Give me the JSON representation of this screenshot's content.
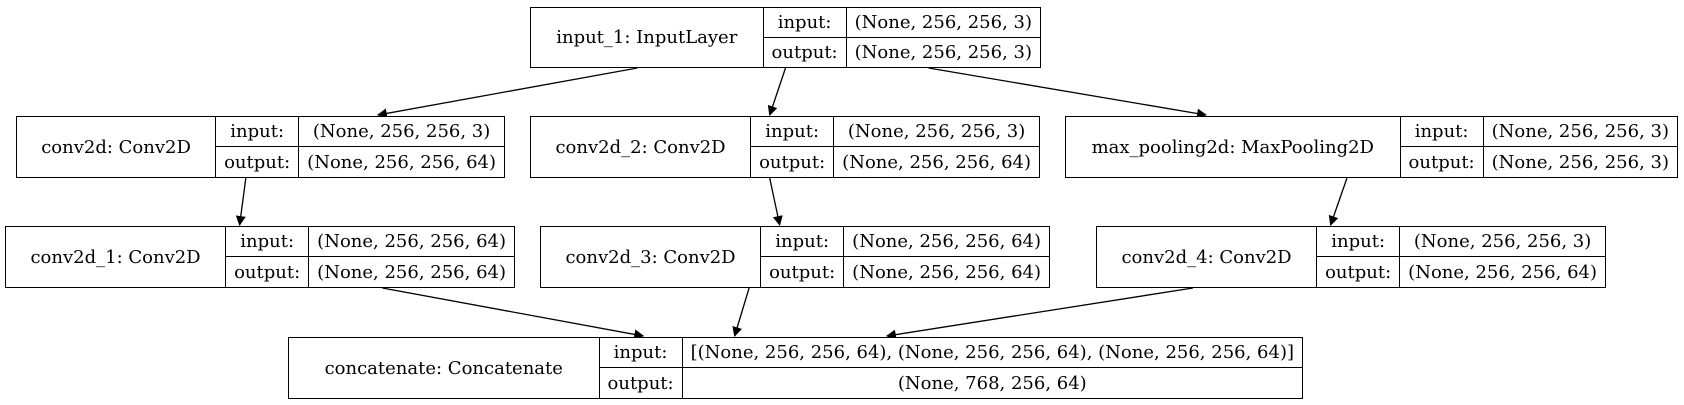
{
  "nodes": [
    {
      "name": "input_1: InputLayer",
      "input_label": "input:",
      "input": "(None, 256, 256, 3)",
      "output_label": "output:",
      "output": "(None, 256, 256, 3)"
    },
    {
      "name": "conv2d: Conv2D",
      "input_label": "input:",
      "input": "(None, 256, 256, 3)",
      "output_label": "output:",
      "output": "(None, 256, 256, 64)"
    },
    {
      "name": "conv2d_2: Conv2D",
      "input_label": "input:",
      "input": "(None, 256, 256, 3)",
      "output_label": "output:",
      "output": "(None, 256, 256, 64)"
    },
    {
      "name": "max_pooling2d: MaxPooling2D",
      "input_label": "input:",
      "input": "(None, 256, 256, 3)",
      "output_label": "output:",
      "output": "(None, 256, 256, 3)"
    },
    {
      "name": "conv2d_1: Conv2D",
      "input_label": "input:",
      "input": "(None, 256, 256, 64)",
      "output_label": "output:",
      "output": "(None, 256, 256, 64)"
    },
    {
      "name": "conv2d_3: Conv2D",
      "input_label": "input:",
      "input": "(None, 256, 256, 64)",
      "output_label": "output:",
      "output": "(None, 256, 256, 64)"
    },
    {
      "name": "conv2d_4: Conv2D",
      "input_label": "input:",
      "input": "(None, 256, 256, 3)",
      "output_label": "output:",
      "output": "(None, 256, 256, 64)"
    },
    {
      "name": "concatenate: Concatenate",
      "input_label": "input:",
      "input": "[(None, 256, 256, 64), (None, 256, 256, 64), (None, 256, 256, 64)]",
      "output_label": "output:",
      "output": "(None, 768, 256, 64)"
    }
  ],
  "edges": [
    {
      "from": "input_1: InputLayer",
      "to": "conv2d: Conv2D"
    },
    {
      "from": "input_1: InputLayer",
      "to": "conv2d_2: Conv2D"
    },
    {
      "from": "input_1: InputLayer",
      "to": "max_pooling2d: MaxPooling2D"
    },
    {
      "from": "conv2d: Conv2D",
      "to": "conv2d_1: Conv2D"
    },
    {
      "from": "conv2d_2: Conv2D",
      "to": "conv2d_3: Conv2D"
    },
    {
      "from": "max_pooling2d: MaxPooling2D",
      "to": "conv2d_4: Conv2D"
    },
    {
      "from": "conv2d_1: Conv2D",
      "to": "concatenate: Concatenate"
    },
    {
      "from": "conv2d_3: Conv2D",
      "to": "concatenate: Concatenate"
    },
    {
      "from": "conv2d_4: Conv2D",
      "to": "concatenate: Concatenate"
    }
  ]
}
